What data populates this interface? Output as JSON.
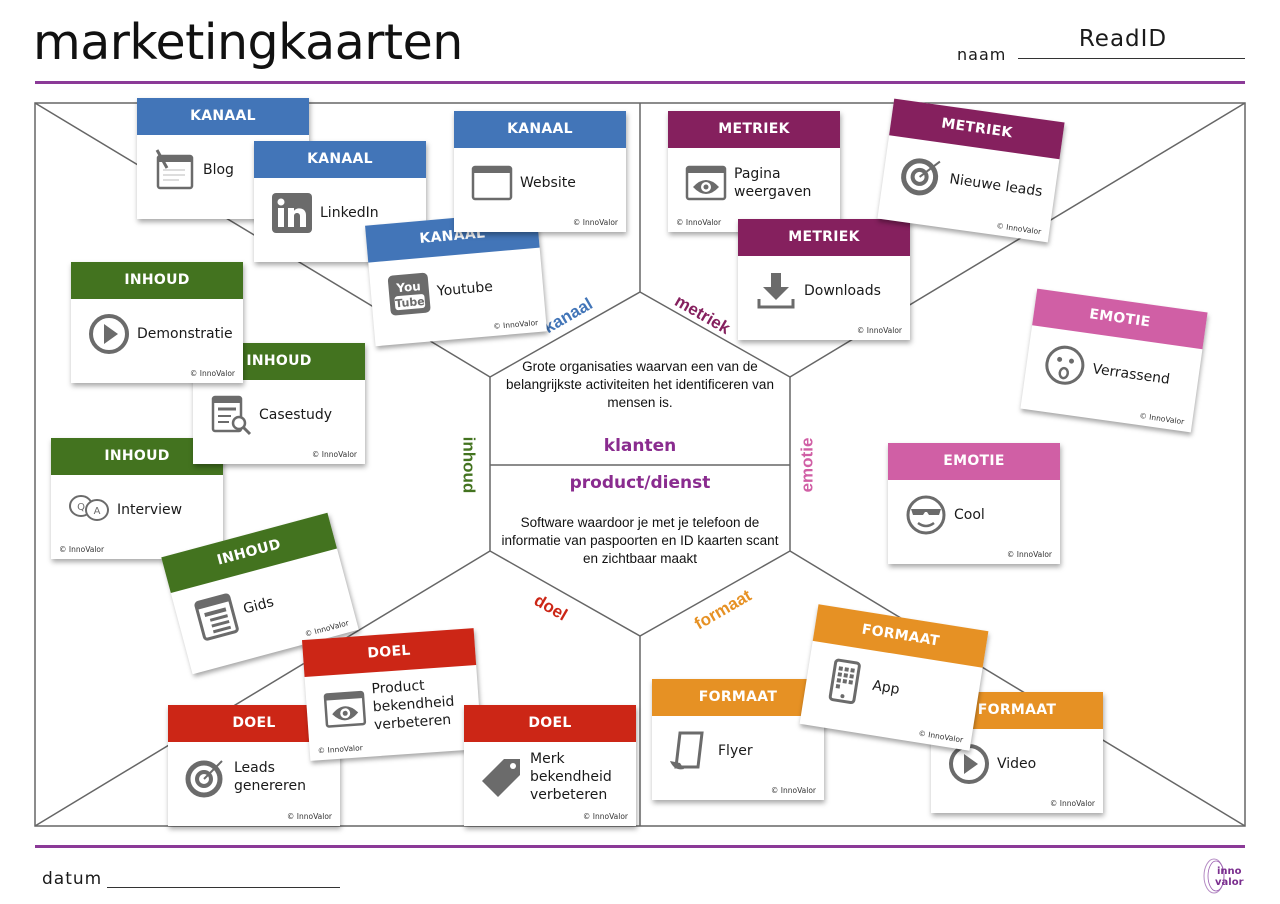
{
  "header": {
    "title": "marketingkaarten",
    "name_label": "naam",
    "name_value": "ReadID"
  },
  "footer": {
    "date_label": "datum",
    "logo_text": "inno valor"
  },
  "colors": {
    "accent": "#8b3a97",
    "kanaal": "#4275b8",
    "metriek": "#85205e",
    "emotie": "#d05fa5",
    "inhoud": "#43731f",
    "doel": "#cc2616",
    "formaat": "#e69124",
    "icon": "#6b6b6b"
  },
  "center": {
    "customers_text": "Grote organisaties waarvan een van de belangrijkste activiteiten het identificeren van mensen is.",
    "customers_label": "klanten",
    "product_label": "product/dienst",
    "product_text": "Software waardoor je met je telefoon de informatie van paspoorten en ID kaarten scant en zichtbaar maakt"
  },
  "segments": {
    "kanaal": "kanaal",
    "metriek": "metriek",
    "inhoud": "inhoud",
    "emotie": "emotie",
    "doel": "doel",
    "formaat": "formaat"
  },
  "cards": [
    {
      "category": "KANAAL",
      "type": "kanaal",
      "label": "Blog",
      "icon": "blog-icon",
      "copyright": ""
    },
    {
      "category": "KANAAL",
      "type": "kanaal",
      "label": "LinkedIn",
      "icon": "linkedin-icon",
      "copyright": ""
    },
    {
      "category": "KANAAL",
      "type": "kanaal",
      "label": "Youtube",
      "icon": "youtube-icon",
      "copyright": "© InnoValor"
    },
    {
      "category": "KANAAL",
      "type": "kanaal",
      "label": "Website",
      "icon": "browser-window-icon",
      "copyright": "© InnoValor"
    },
    {
      "category": "METRIEK",
      "type": "metriek",
      "label": "Pagina weergaven",
      "icon": "browser-eye-icon",
      "copyright": "© InnoValor"
    },
    {
      "category": "METRIEK",
      "type": "metriek",
      "label": "Downloads",
      "icon": "download-icon",
      "copyright": "© InnoValor"
    },
    {
      "category": "METRIEK",
      "type": "metriek",
      "label": "Nieuwe leads",
      "icon": "target-icon",
      "copyright": "© InnoValor"
    },
    {
      "category": "EMOTIE",
      "type": "emotie",
      "label": "Verrassend",
      "icon": "surprised-face-icon",
      "copyright": "© InnoValor"
    },
    {
      "category": "EMOTIE",
      "type": "emotie",
      "label": "Cool",
      "icon": "sunglasses-face-icon",
      "copyright": "© InnoValor"
    },
    {
      "category": "INHOUD",
      "type": "inhoud",
      "label": "Interview",
      "icon": "qa-bubbles-icon",
      "copyright": "© InnoValor"
    },
    {
      "category": "INHOUD",
      "type": "inhoud",
      "label": "Casestudy",
      "icon": "document-search-icon",
      "copyright": "© InnoValor"
    },
    {
      "category": "INHOUD",
      "type": "inhoud",
      "label": "Demonstratie",
      "icon": "play-icon",
      "copyright": "© InnoValor"
    },
    {
      "category": "INHOUD",
      "type": "inhoud",
      "label": "Gids",
      "icon": "guide-document-icon",
      "copyright": "© InnoValor"
    },
    {
      "category": "DOEL",
      "type": "doel",
      "label": "Leads genereren",
      "icon": "target-icon",
      "copyright": "© InnoValor"
    },
    {
      "category": "DOEL",
      "type": "doel",
      "label": "Product bekendheid verbeteren",
      "icon": "browser-eye-icon",
      "copyright": "© InnoValor"
    },
    {
      "category": "DOEL",
      "type": "doel",
      "label": "Merk bekendheid verbeteren",
      "icon": "tag-icon",
      "copyright": "© InnoValor"
    },
    {
      "category": "FORMAAT",
      "type": "formaat",
      "label": "Flyer",
      "icon": "flyer-icon",
      "copyright": "© InnoValor"
    },
    {
      "category": "FORMAAT",
      "type": "formaat",
      "label": "Video",
      "icon": "play-icon",
      "copyright": "© InnoValor"
    },
    {
      "category": "FORMAAT",
      "type": "formaat",
      "label": "App",
      "icon": "smartphone-icon",
      "copyright": "© InnoValor"
    }
  ]
}
